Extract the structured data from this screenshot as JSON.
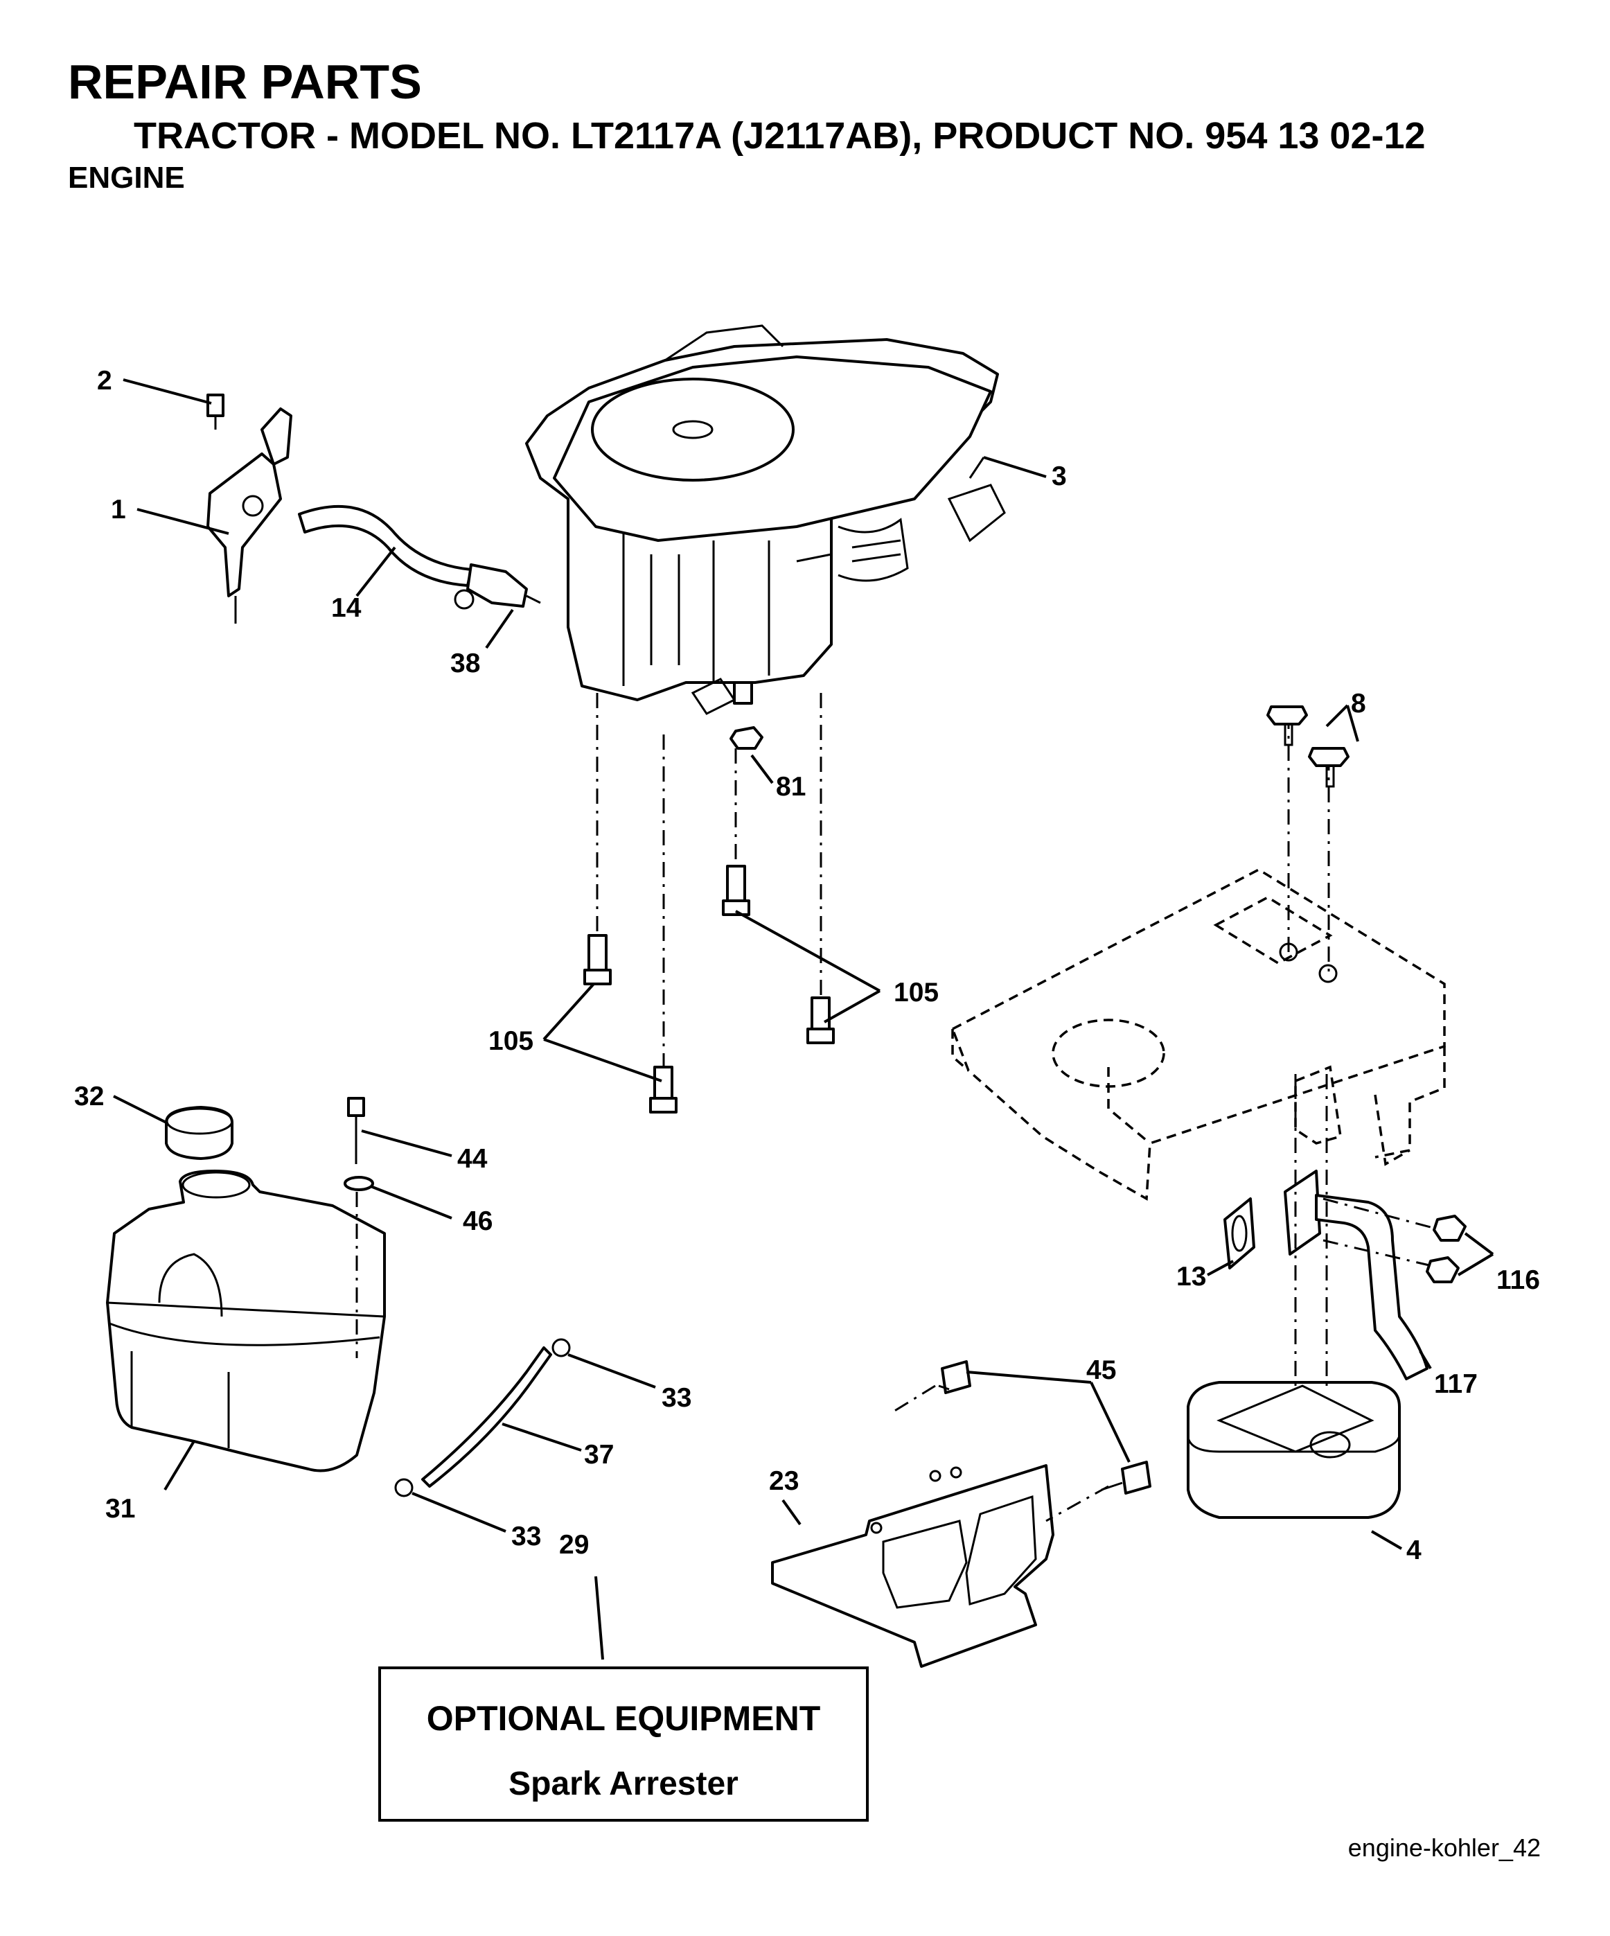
{
  "header": {
    "title": "REPAIR PARTS",
    "subtitle": "TRACTOR - MODEL NO. LT2117A (J2117AB),  PRODUCT NO. 954 13 02-12",
    "section": "ENGINE"
  },
  "callouts": {
    "c1": "1",
    "c2": "2",
    "c3": "3",
    "c4": "4",
    "c8": "8",
    "c13": "13",
    "c14": "14",
    "c23": "23",
    "c29": "29",
    "c31": "31",
    "c32": "32",
    "c33a": "33",
    "c33b": "33",
    "c37": "37",
    "c38": "38",
    "c44": "44",
    "c45": "45",
    "c46": "46",
    "c81": "81",
    "c105a": "105",
    "c105b": "105",
    "c116": "116",
    "c117": "117"
  },
  "optional_box": {
    "title": "OPTIONAL EQUIPMENT",
    "item": "Spark Arrester"
  },
  "footer": {
    "ref": "engine-kohler_42"
  }
}
